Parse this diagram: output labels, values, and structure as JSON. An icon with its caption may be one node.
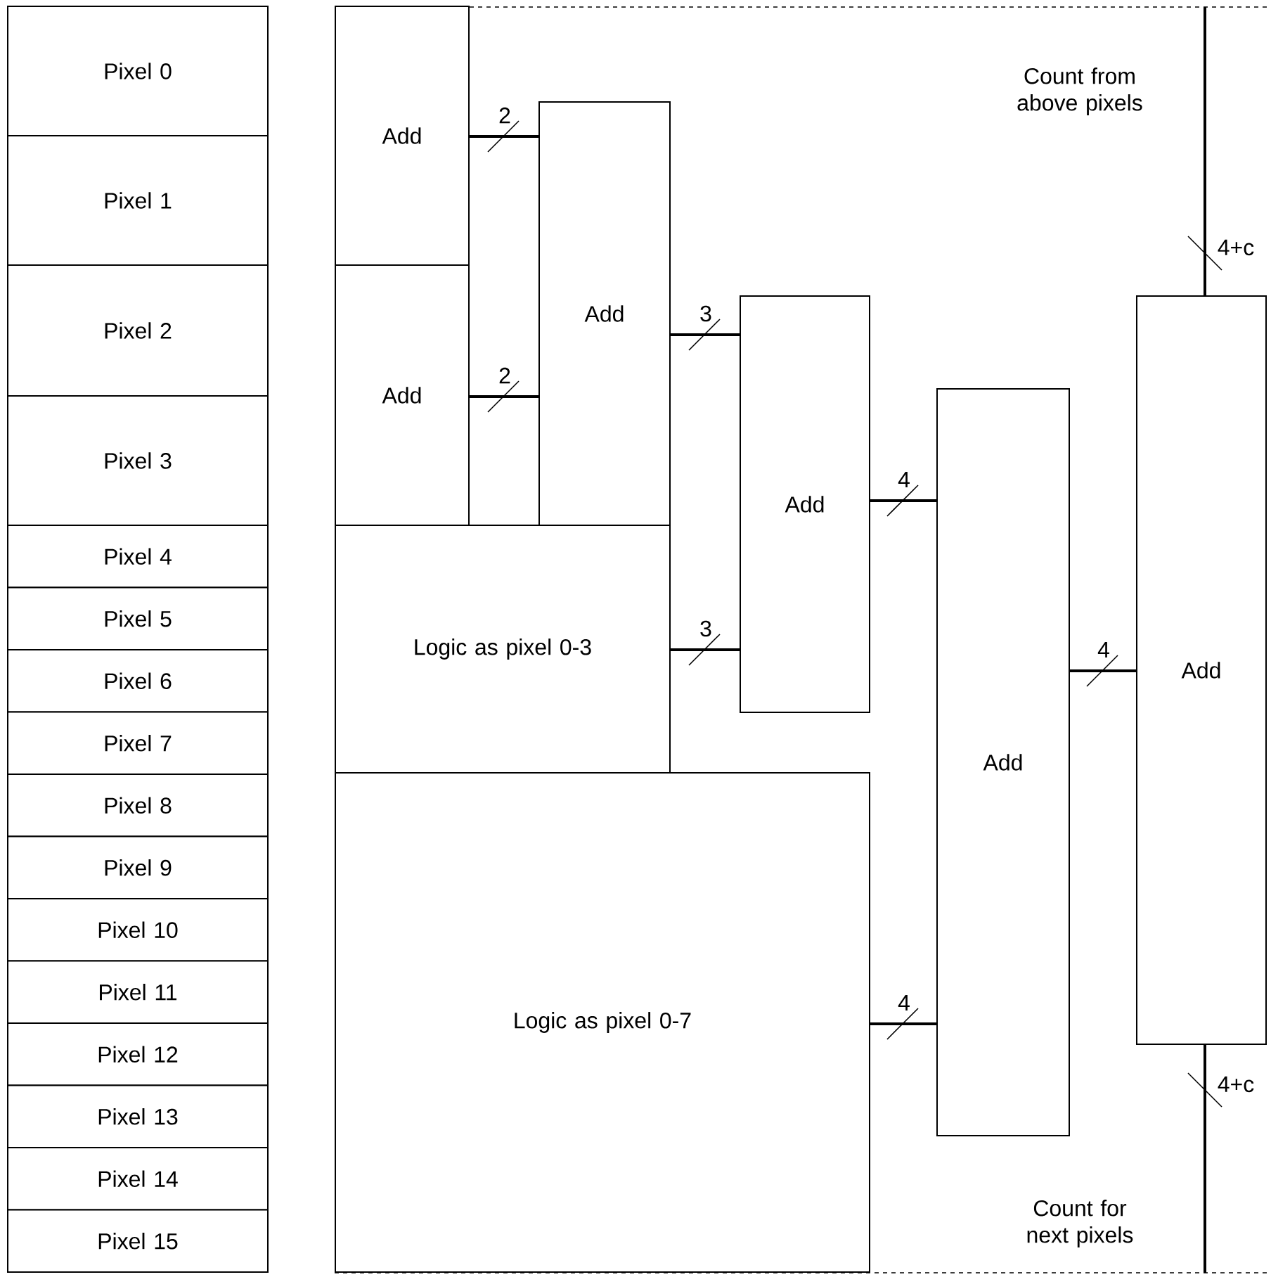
{
  "diagram": {
    "nodes": [
      {
        "text": [
          "Pixel 0"
        ]
      },
      {
        "text": [
          "Pixel 1"
        ]
      },
      {
        "text": [
          "Pixel 2"
        ]
      },
      {
        "text": [
          "Pixel 3"
        ]
      },
      {
        "text": [
          "Pixel 4"
        ]
      },
      {
        "text": [
          "Pixel 5"
        ]
      },
      {
        "text": [
          "Pixel 6"
        ]
      },
      {
        "text": [
          "Pixel 7"
        ]
      },
      {
        "text": [
          "Pixel 8"
        ]
      },
      {
        "text": [
          "Pixel 9"
        ]
      },
      {
        "text": [
          "Pixel 10"
        ]
      },
      {
        "text": [
          "Pixel 11"
        ]
      },
      {
        "text": [
          "Pixel 12"
        ]
      },
      {
        "text": [
          "Pixel 13"
        ]
      },
      {
        "text": [
          "Pixel 14"
        ]
      },
      {
        "text": [
          "Pixel 15"
        ]
      },
      {
        "text": [
          "Add"
        ]
      },
      {
        "text": [
          "Add"
        ]
      },
      {
        "text": [
          "Add"
        ]
      },
      {
        "text": [
          "Logic as pixel 0-3"
        ]
      },
      {
        "text": [
          "Add"
        ]
      },
      {
        "text": [
          "Logic as pixel 0-7"
        ]
      },
      {
        "text": [
          "Add"
        ]
      },
      {
        "text": [
          "Add"
        ]
      }
    ],
    "edges": [
      {
        "from": 16,
        "to": 18,
        "arrow": "none",
        "label": "2"
      },
      {
        "from": 17,
        "to": 18,
        "arrow": "none",
        "label": "2"
      },
      {
        "from": 18,
        "to": 20,
        "arrow": "none",
        "label": "3"
      },
      {
        "from": 19,
        "to": 20,
        "arrow": "none",
        "label": "3"
      },
      {
        "from": 20,
        "to": 22,
        "arrow": "none",
        "label": "4"
      },
      {
        "from": 21,
        "to": 22,
        "arrow": "none",
        "label": "4"
      },
      {
        "from": 22,
        "to": 23,
        "arrow": "none",
        "label": "4"
      },
      {
        "from": null,
        "to": 23,
        "arrow": "none",
        "label": "4+c"
      },
      {
        "from": 23,
        "to": null,
        "arrow": "none",
        "label": "4+c"
      }
    ],
    "labels": [
      "Count from above pixels",
      "Count for next pixels"
    ]
  }
}
